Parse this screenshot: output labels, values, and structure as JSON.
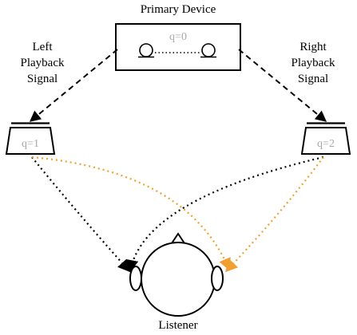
{
  "labels": {
    "primary_device": "Primary Device",
    "q_primary": "q=0",
    "left_signal": [
      "Left",
      "Playback",
      "Signal"
    ],
    "right_signal": [
      "Right",
      "Playback",
      "Signal"
    ],
    "q_left": "q=1",
    "q_right": "q=2",
    "listener": "Listener"
  },
  "colors": {
    "black": "#000000",
    "orange": "#f0a030",
    "q_gray": "#a8a8a8"
  }
}
